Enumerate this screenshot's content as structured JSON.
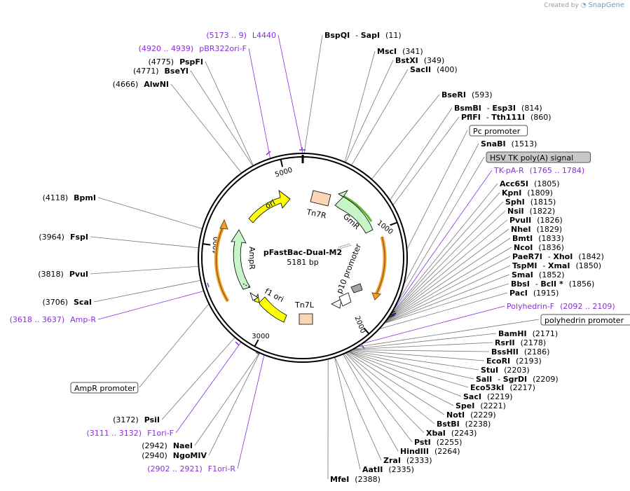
{
  "credit": {
    "prefix": "Created by",
    "brand": "SnapGene"
  },
  "plasmid": {
    "name": "pFastBac-Dual-M2",
    "size": "5181 bp"
  },
  "ticks": [
    "1000",
    "2000",
    "3000",
    "4000",
    "5000"
  ],
  "features": {
    "ori": "ori",
    "tn7r": "Tn7R",
    "gmr": "GmR",
    "ampr": "AmpR",
    "f1ori": "f1 ori",
    "tn7l": "Tn7L",
    "p10": "p10 promoter"
  },
  "sites_right": [
    {
      "name": "BspQI",
      "name2": "SapI",
      "pos": "(11)"
    },
    {
      "name": "MscI",
      "pos": "(341)"
    },
    {
      "name": "BstXI",
      "pos": "(349)"
    },
    {
      "name": "SacII",
      "pos": "(400)"
    },
    {
      "name": "BseRI",
      "pos": "(593)"
    },
    {
      "name": "BsmBI",
      "name2": "Esp3I",
      "pos": "(814)"
    },
    {
      "name": "PflFI",
      "name2": "Tth111I",
      "pos": "(860)"
    },
    {
      "box": "Pc promoter"
    },
    {
      "name": "SnaBI",
      "pos": "(1513)"
    },
    {
      "box": "HSV TK poly(A) signal",
      "shaded": true
    },
    {
      "primer": "TK-pA-R",
      "pos": "(1765 .. 1784)"
    },
    {
      "name": "Acc65I",
      "pos": "(1805)"
    },
    {
      "name": "KpnI",
      "pos": "(1809)"
    },
    {
      "name": "SphI",
      "pos": "(1815)"
    },
    {
      "name": "NsiI",
      "pos": "(1822)"
    },
    {
      "name": "PvuII",
      "pos": "(1826)"
    },
    {
      "name": "NheI",
      "pos": "(1829)"
    },
    {
      "name": "BmtI",
      "pos": "(1833)"
    },
    {
      "name": "NcoI",
      "pos": "(1836)"
    },
    {
      "name": "PaeR7I",
      "name2": "XhoI",
      "pos": "(1842)"
    },
    {
      "name": "TspMI",
      "name2": "XmaI",
      "pos": "(1850)"
    },
    {
      "name": "SmaI",
      "pos": "(1852)"
    },
    {
      "name": "BbsI",
      "name2": "BclI *",
      "pos": "(1856)"
    },
    {
      "name": "PacI",
      "pos": "(1915)"
    },
    {
      "primer": "Polyhedrin-F",
      "pos": "(2092 .. 2109)"
    },
    {
      "box": "polyhedrin promoter"
    },
    {
      "name": "BamHI",
      "pos": "(2171)"
    },
    {
      "name": "RsrII",
      "pos": "(2178)"
    },
    {
      "name": "BssHII",
      "pos": "(2186)"
    },
    {
      "name": "EcoRI",
      "pos": "(2193)"
    },
    {
      "name": "StuI",
      "pos": "(2203)"
    },
    {
      "name": "SalI",
      "name2": "SgrDI",
      "pos": "(2209)"
    },
    {
      "name": "Eco53kI",
      "pos": "(2217)"
    },
    {
      "name": "SacI",
      "pos": "(2219)"
    },
    {
      "name": "SpeI",
      "pos": "(2221)"
    },
    {
      "name": "NotI",
      "pos": "(2229)"
    },
    {
      "name": "BstBI",
      "pos": "(2238)"
    },
    {
      "name": "XbaI",
      "pos": "(2243)"
    },
    {
      "name": "PstI",
      "pos": "(2255)"
    },
    {
      "name": "HindIII",
      "pos": "(2264)"
    },
    {
      "name": "ZraI",
      "pos": "(2333)"
    },
    {
      "name": "AatII",
      "pos": "(2335)"
    },
    {
      "name": "MfeI",
      "pos": "(2388)"
    }
  ],
  "sites_left": [
    {
      "primer": "L4440",
      "pos": "(5173 .. 9)"
    },
    {
      "primer": "pBR322ori-F",
      "pos": "(4920 .. 4939)"
    },
    {
      "name": "PspFI",
      "pos": "(4775)"
    },
    {
      "name": "BseYI",
      "pos": "(4771)"
    },
    {
      "name": "AlwNI",
      "pos": "(4666)"
    },
    {
      "name": "BpmI",
      "pos": "(4118)"
    },
    {
      "name": "FspI",
      "pos": "(3964)"
    },
    {
      "name": "PvuI",
      "pos": "(3818)"
    },
    {
      "name": "ScaI",
      "pos": "(3706)"
    },
    {
      "primer": "Amp-R",
      "pos": "(3618 .. 3637)"
    },
    {
      "box": "AmpR promoter"
    },
    {
      "name": "PsiI",
      "pos": "(3172)"
    },
    {
      "primer": "F1ori-F",
      "pos": "(3111 .. 3132)"
    },
    {
      "name": "NaeI",
      "pos": "(2942)"
    },
    {
      "name": "NgoMIV",
      "pos": "(2940)"
    },
    {
      "primer": "F1ori-R",
      "pos": "(2902 .. 2921)"
    }
  ]
}
